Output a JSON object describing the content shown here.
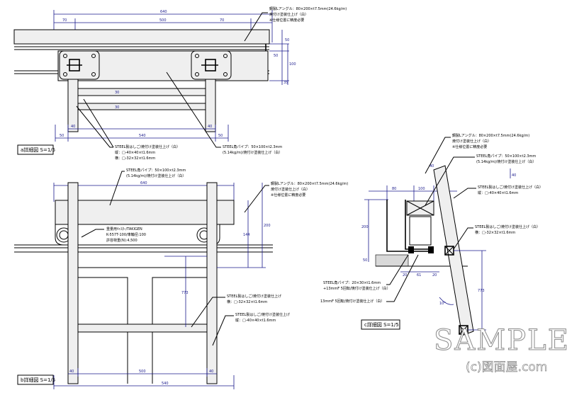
{
  "view_a": {
    "title": "a詳細図 S=1/5",
    "dims_top": {
      "total": "640",
      "left": "70",
      "center": "500",
      "right": "70"
    },
    "dims_bottom": {
      "left": "50",
      "center": "540",
      "right": "50",
      "inner_left": "40",
      "inner_right": "40"
    },
    "dims_right": [
      "50",
      "100",
      "35",
      "50"
    ],
    "dims_bar": [
      "30",
      "30"
    ],
    "note_angle": [
      "鋼製Lアングル：80×200×t7.5mm(24.6kg/m)",
      "焼付け塗装仕上げ（白）",
      "※仕様位置に精度必要"
    ],
    "note_ladder": [
      "STEEL製はしご/焼付け塗装仕上げ（白）",
      "縦：□-40×40×t1.6mm",
      "横：□-32×32×t1.6mm"
    ],
    "note_pipe": [
      "STEEL角パイプ：50×100×t2.3mm",
      "(5.14kg/m)/焼付け塗装仕上げ（白）"
    ]
  },
  "view_b": {
    "title": "b詳細図 S=1/5",
    "dims_top": {
      "total": "640"
    },
    "dims_bottom": {
      "left": "40",
      "center": "500",
      "right": "40",
      "total": "540"
    },
    "dims_side": [
      "144",
      "200",
      "773"
    ],
    "note_pipe": [
      "STEEL角パイプ：50×100×t2.3mm",
      "(5.14kg/m)/焼付け塗装仕上げ（白）"
    ],
    "note_angle": [
      "鋼製Lアングル：80×200×t7.5mm(24.6kg/m)",
      "焼付け塗装仕上げ（白）",
      "※仕様位置に精度必要"
    ],
    "note_wheel": [
      "重量用ｷｬｽﾀｰ/TAKIGEN",
      "K-557T-100/車輪径:100",
      "許容荷重(N):4,500"
    ],
    "note_rung": [
      "STEEL製はしご/焼付け塗装仕上げ",
      "横：□-32×32×t1.6mm"
    ],
    "note_rail": [
      "STEEL製はしご/焼付け塗装仕上げ",
      "縦：□-40×40×t1.6mm"
    ]
  },
  "view_c": {
    "title": "c詳細図 S=1/5",
    "dims_top": [
      "80",
      "100",
      "40"
    ],
    "dims_bottom": [
      "20",
      "61",
      "20"
    ],
    "dims_side": [
      "200",
      "50",
      "773",
      "40"
    ],
    "angle": "10°",
    "note_angle": [
      "鋼製Lアングル：80×200×t7.5mm(24.6kg/m)",
      "焼付け塗装仕上げ（白）",
      "※仕様位置に精度必要"
    ],
    "note_pipe": [
      "STEEL角パイプ：50×100×t2.3mm",
      "(5.14kg/m)/焼付け塗装仕上げ（白）"
    ],
    "note_ladder_v": [
      "STEEL製はしご/焼付け塗装仕上げ（白）",
      "縦：□-40×40×t1.6mm"
    ],
    "note_ladder_h": [
      "STEEL製はしご/焼付け塗装仕上げ（白）",
      "横：□-32×32×t1.6mm"
    ],
    "note_small_pipe": [
      "STEEL角パイプ：20×30×t1.6mm",
      "+13mmF 5回転/焼付け塗装仕上げ（白）"
    ],
    "note_bolt": [
      "13mmF 5回転/焼付け塗装仕上げ（白）"
    ]
  },
  "watermark": {
    "main": "SAMPLE",
    "sub": "(c)図面屋.com"
  }
}
